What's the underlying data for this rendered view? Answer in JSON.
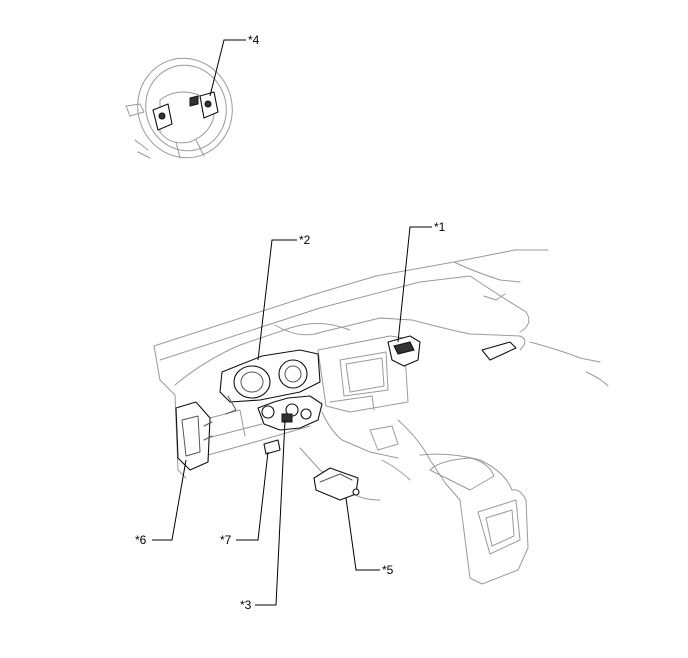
{
  "callouts": {
    "c1": "*1",
    "c2": "*2",
    "c3": "*3",
    "c4": "*4",
    "c5": "*5",
    "c6": "*6",
    "c7": "*7"
  },
  "icons": {
    "steering_wheel": "steering-wheel-icon",
    "dashboard": "vehicle-dashboard-icon"
  }
}
